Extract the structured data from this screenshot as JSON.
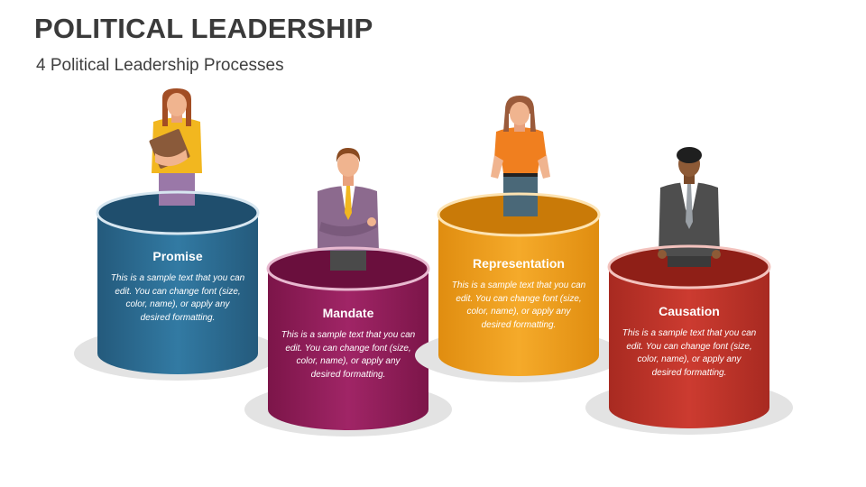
{
  "slide": {
    "title": "POLITICAL LEADERSHIP",
    "subtitle": "4 Political Leadership Processes"
  },
  "steps": [
    {
      "label": "Promise",
      "text": "This is a sample text that you can edit. You can change font (size, color, name), or apply any desired formatting.",
      "color": "#2F6E96",
      "figure": "woman-with-folder-icon"
    },
    {
      "label": "Mandate",
      "text": "This is a sample text that you can edit. You can change font (size, color, name), or apply any desired formatting.",
      "color": "#9B1F5E",
      "figure": "man-arms-crossed-icon"
    },
    {
      "label": "Representation",
      "text": "This is a sample text that you can edit. You can change font (size, color, name), or apply any desired formatting.",
      "color": "#F2A21E",
      "figure": "woman-hands-on-hips-icon"
    },
    {
      "label": "Causation",
      "text": "This is a sample text that you can edit. You can change font (size, color, name), or apply any desired formatting.",
      "color": "#C6362C",
      "figure": "man-in-suit-icon"
    }
  ]
}
